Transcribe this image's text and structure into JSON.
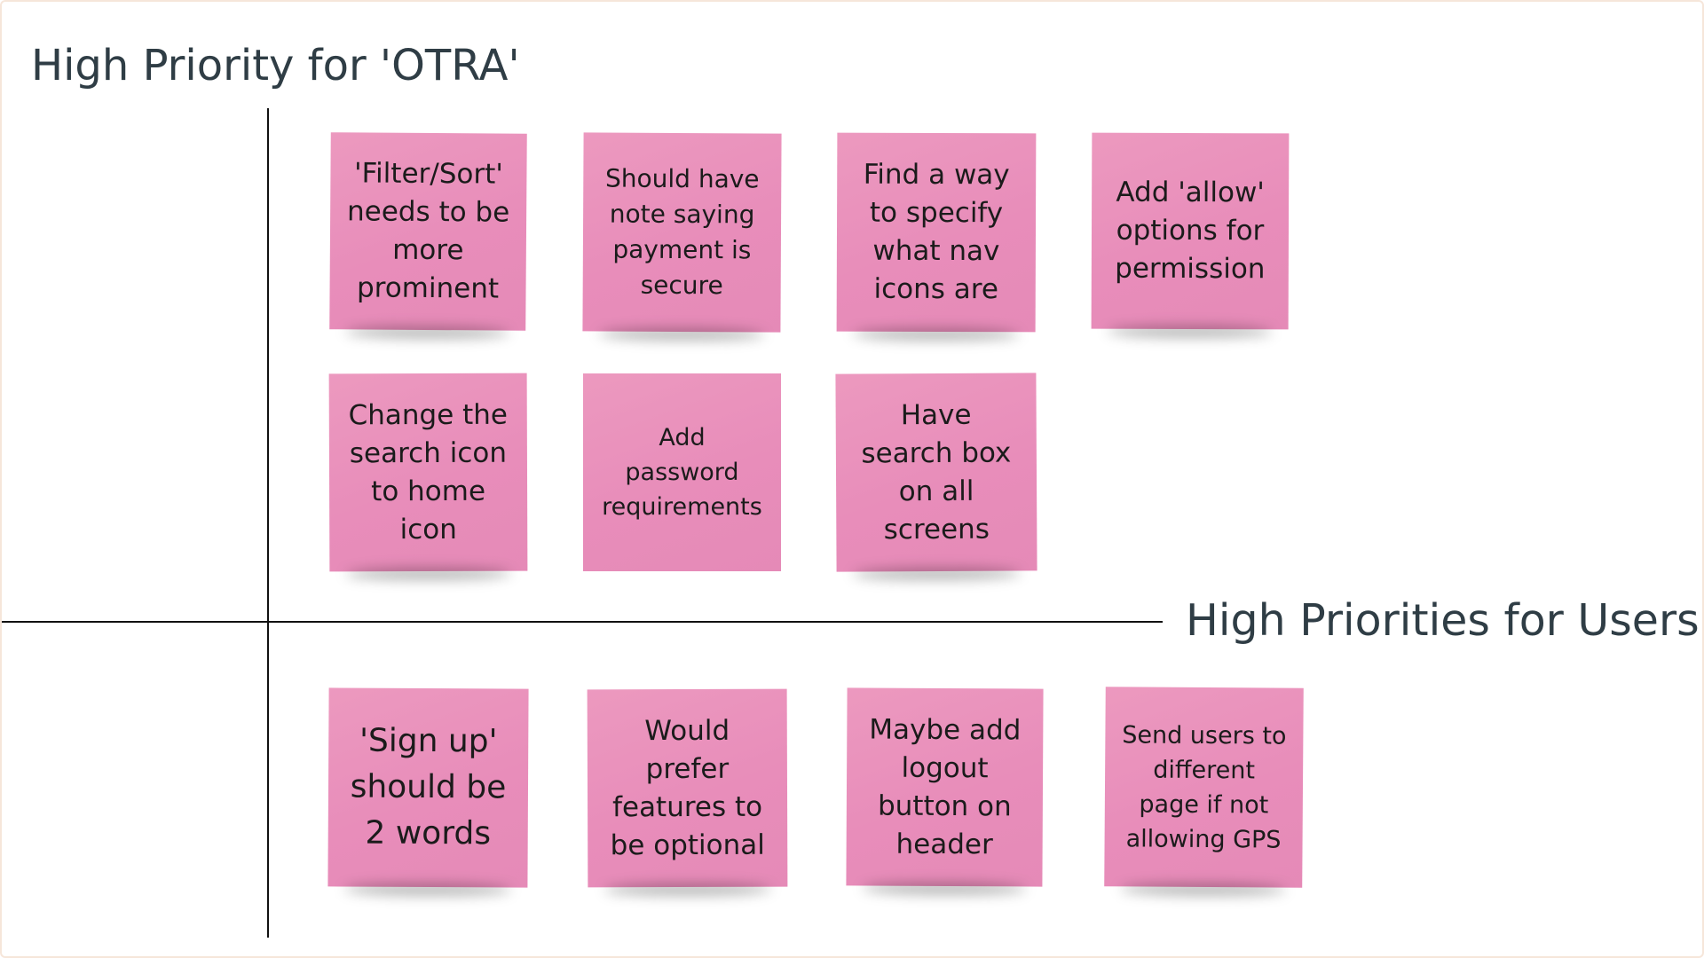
{
  "quadrant": {
    "y_axis_title": "High Priority for 'OTRA'",
    "x_axis_title": "High Priorities for Users"
  },
  "colors": {
    "note": "#e991bc",
    "title_text": "#2f3d45",
    "axis_line": "#111111"
  },
  "notes": [
    {
      "text": "'Filter/Sort'\nneeds to be\nmore\nprominent"
    },
    {
      "text": "Should have\nnote saying\npayment is\nsecure"
    },
    {
      "text": "Find a way\nto specify\nwhat nav\nicons are"
    },
    {
      "text": "Add 'allow'\noptions for\npermission"
    },
    {
      "text": "Change the\nsearch icon\nto home\nicon"
    },
    {
      "text": "Add\npassword\nrequirements"
    },
    {
      "text": "Have\nsearch box\non all\nscreens"
    },
    {
      "text": "'Sign up'\nshould be\n2 words"
    },
    {
      "text": "Would\nprefer\nfeatures to\nbe optional"
    },
    {
      "text": "Maybe add\nlogout\nbutton on\nheader"
    },
    {
      "text": "Send users to\ndifferent\npage if not\nallowing GPS"
    }
  ]
}
